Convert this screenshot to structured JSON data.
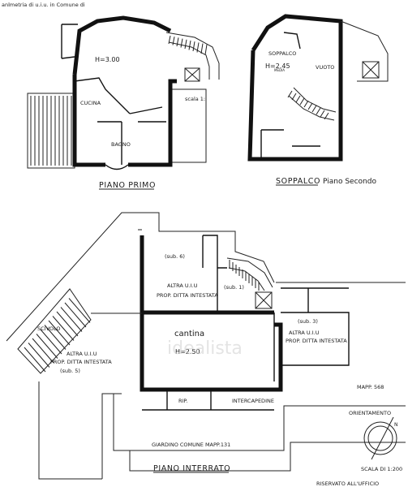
{
  "header": {
    "caption": "anlmetria di u.i.u. in Comune di"
  },
  "floors": {
    "primo": {
      "title": "PIANO PRIMO",
      "height": "H=3.00",
      "rooms": {
        "kitchen": "CUCINA",
        "bath": "BAGNO"
      },
      "note": "scala 1:"
    },
    "soppalco": {
      "title": "SOPPALCO",
      "subtitle": "Piano Secondo",
      "height": "H=2.45",
      "height_sub": "MEDIA",
      "rooms": {
        "loft": "SOPPALCO",
        "void": "VUOTO"
      }
    },
    "interrato": {
      "title": "PIANO INTERRATO",
      "cellar": "cantina",
      "height": "H=2.50",
      "sub6_label": "(sub. 6)",
      "sub6_text": [
        "ALTRA U.I.U",
        "PROP. DITTA INTESTATA"
      ],
      "sub1_label": "(sub. 1)",
      "sub3_label": "(sub. 3)",
      "sub3_text": [
        "ALTRA U.I.U",
        "PROP. DITTA INTESTATA"
      ],
      "sub5_label": "(sub. 5)",
      "sub5_text": [
        "ALTRA U.I.U",
        "PROP. DITTA INTESTATA"
      ],
      "scivolo": "SCIVOLO",
      "rip": "RIP.",
      "intercapedine": "INTERCAPEDINE",
      "garden": "GIARDINO COMUNE MAPP.131",
      "mapp": "MAPP. 568"
    }
  },
  "legend": {
    "orientation": "ORIENTAMENTO",
    "scale": "SCALA DI 1:200",
    "reserved": "RISERVATO ALL'UFFICIO",
    "north": "N"
  },
  "watermark": "idealista"
}
